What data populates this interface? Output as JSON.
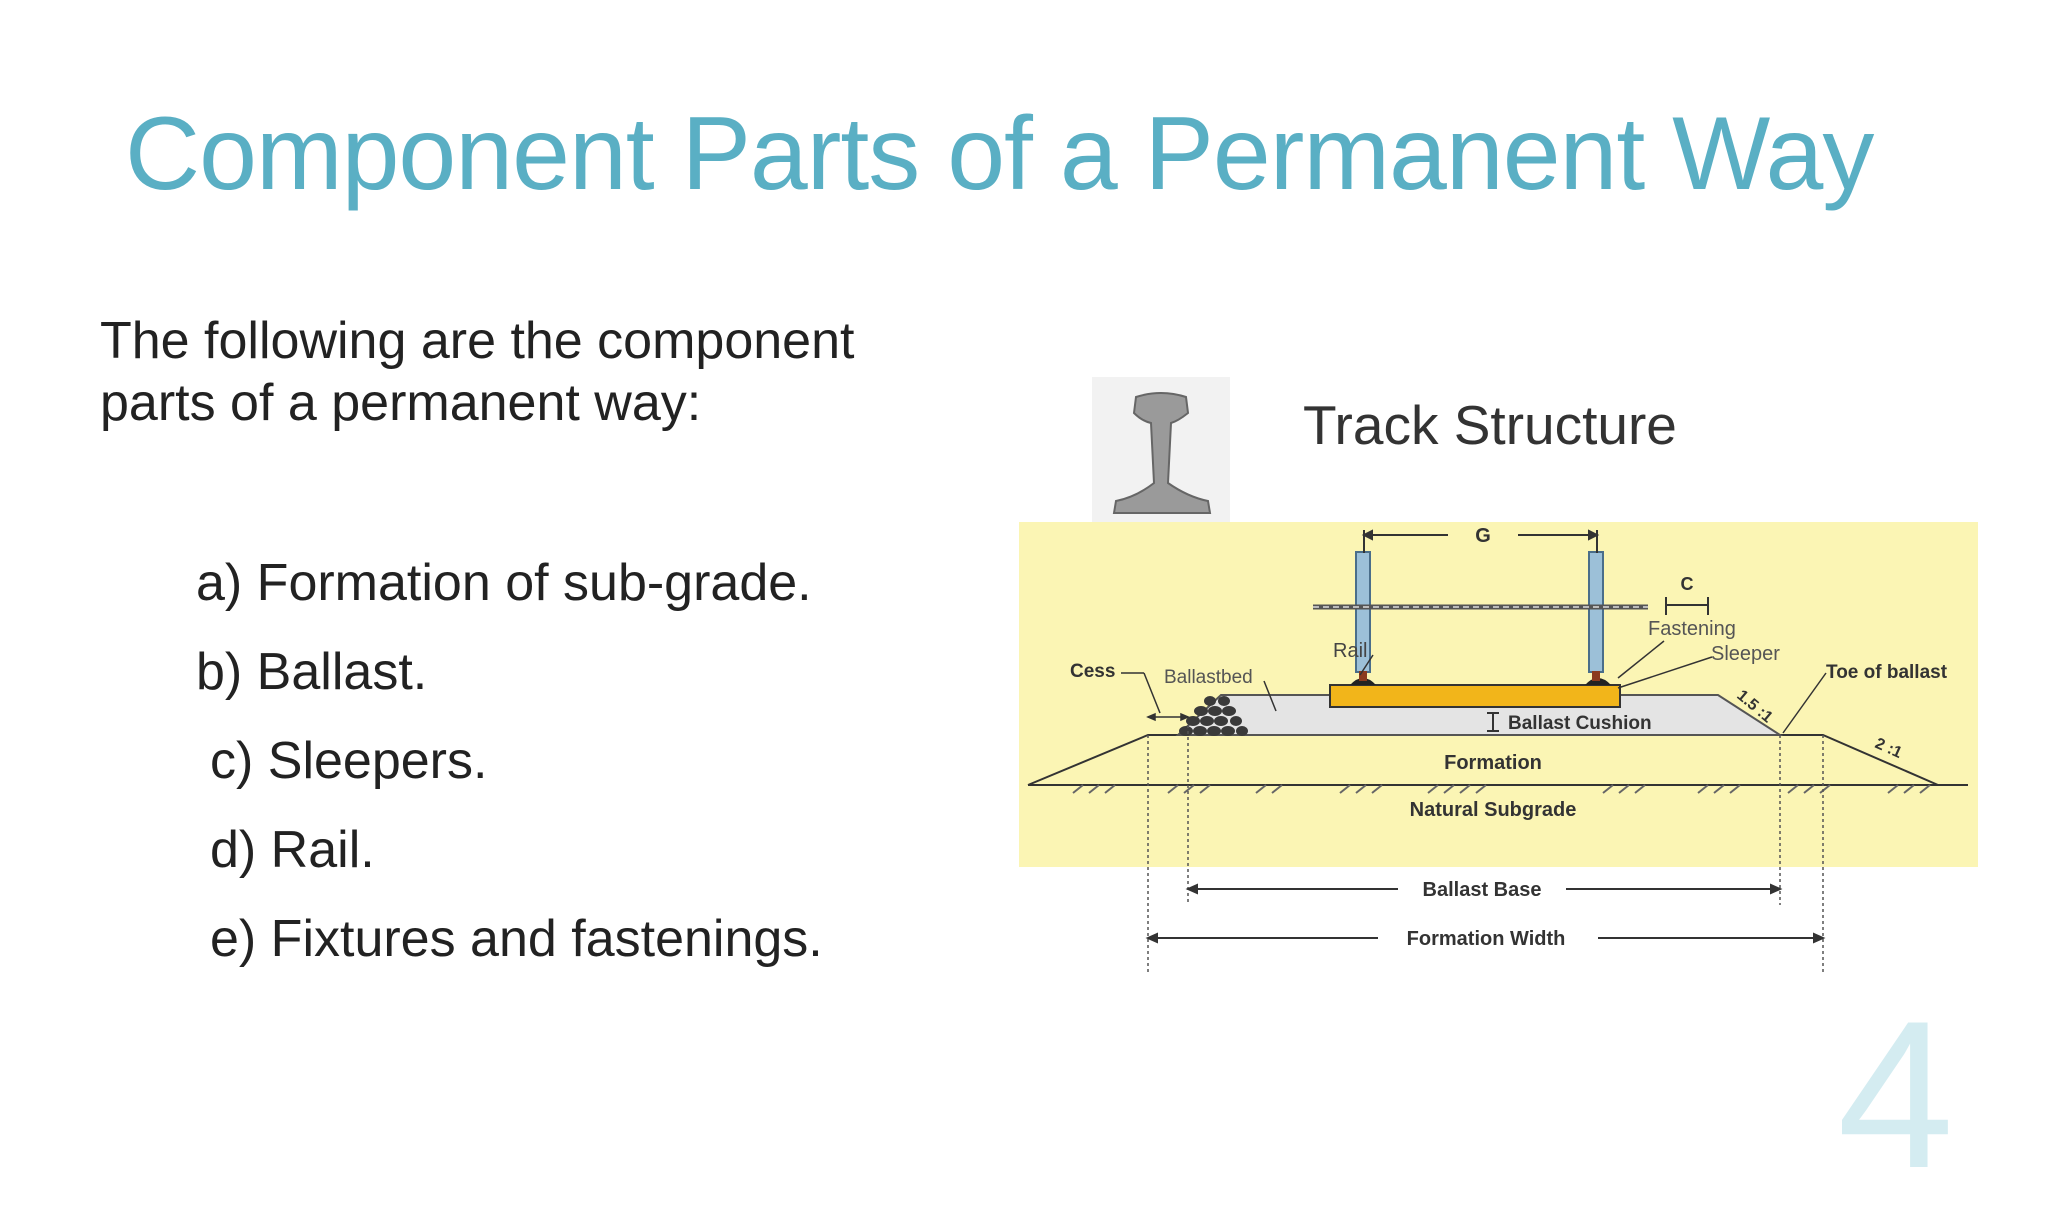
{
  "slide": {
    "title": "Component Parts of a Permanent Way",
    "intro": "The following are the component parts of a permanent way:",
    "items": [
      "a) Formation of sub-grade.",
      "b) Ballast.",
      "c) Sleepers.",
      "d) Rail.",
      "e) Fixtures and fastenings."
    ],
    "page_number": "4"
  },
  "figure": {
    "title": "Track Structure",
    "labels": {
      "gauge": "G",
      "clearance": "C",
      "fastening": "Fastening",
      "sleeper": "Sleeper",
      "rail": "Rail",
      "cess": "Cess",
      "ballastbed": "Ballastbed",
      "toe": "Toe of ballast",
      "slope1": "1.5 :1",
      "slope2": "2 :1",
      "cushion": "Ballast Cushion",
      "formation": "Formation",
      "subgrade": "Natural Subgrade",
      "ballast_base": "Ballast Base",
      "formation_width": "Formation Width"
    },
    "colors": {
      "background": "#fbf5b4",
      "sleeper": "#f2b51a",
      "ballast": "#e4e4e4",
      "title": "#5aafc4"
    }
  }
}
